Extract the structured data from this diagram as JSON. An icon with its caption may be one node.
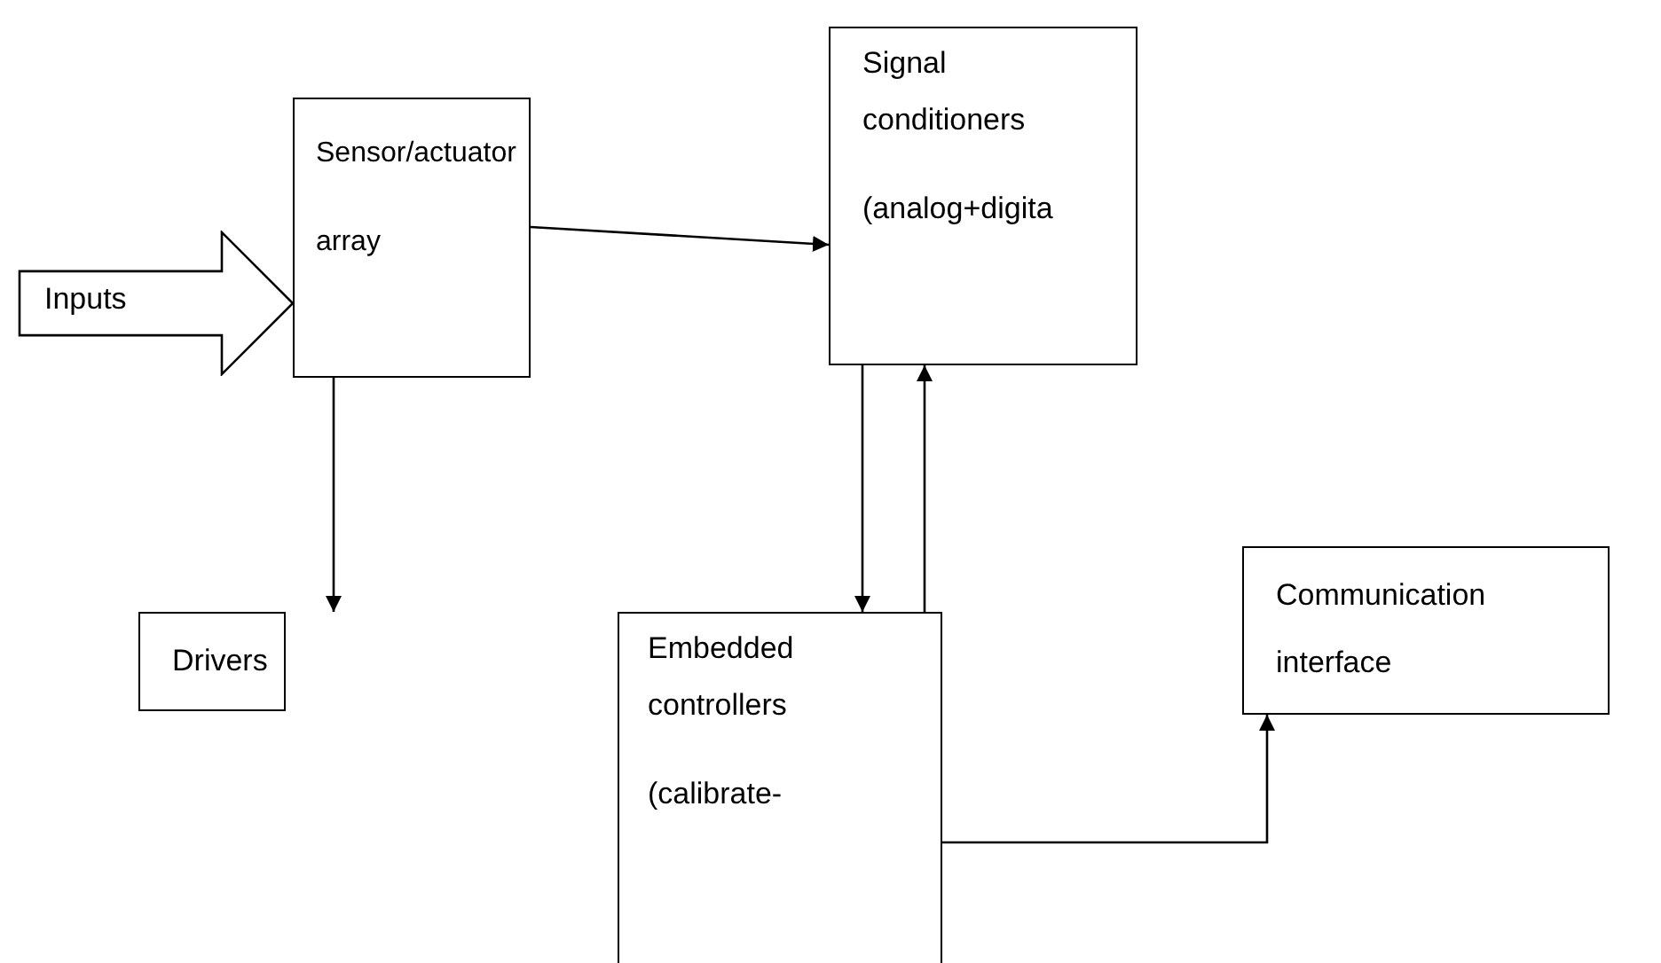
{
  "diagram": {
    "nodes": [
      {
        "text": [
          "Inputs"
        ]
      },
      {
        "text": [
          "Sensor/actuator array"
        ]
      },
      {
        "text": [
          "Signal conditioners",
          "(analog+digita"
        ]
      },
      {
        "text": [
          "Drivers"
        ]
      },
      {
        "text": [
          "Embedded controllers",
          "(calibrate-"
        ]
      },
      {
        "text": [
          "Communication interface"
        ]
      }
    ],
    "edges": [
      {
        "from": 1,
        "to": 2,
        "arrow": "to"
      },
      {
        "from": 1,
        "to": 3,
        "arrow": "to"
      },
      {
        "from": 2,
        "to": 4,
        "arrow": "to"
      },
      {
        "from": 4,
        "to": 2,
        "arrow": "to"
      },
      {
        "from": 4,
        "to": 5,
        "arrow": "to"
      }
    ]
  }
}
